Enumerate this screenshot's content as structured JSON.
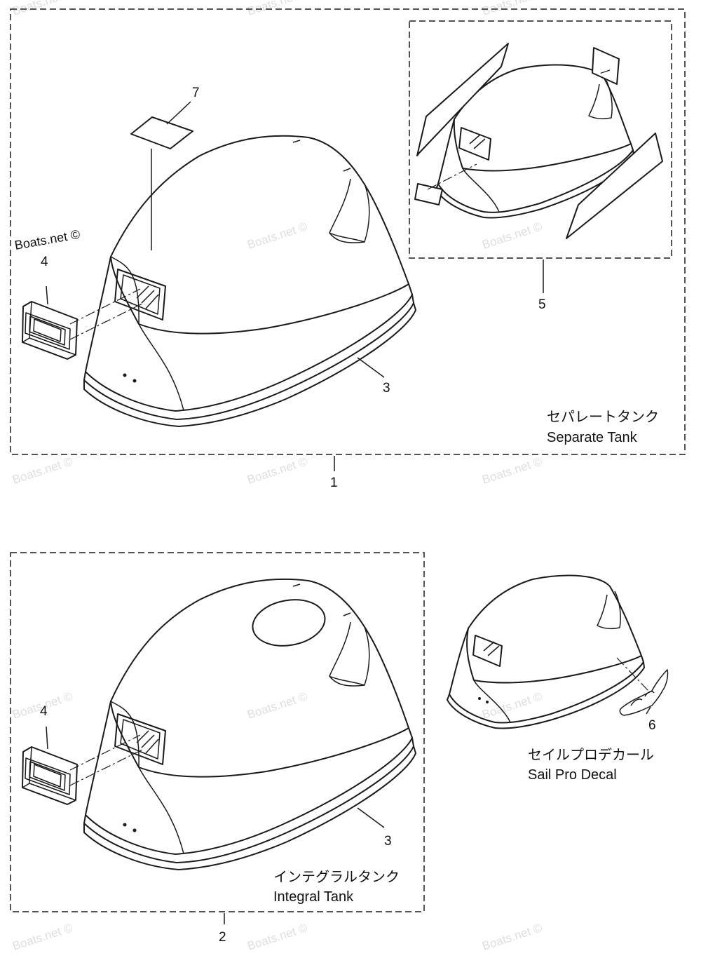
{
  "callouts": {
    "c1": "1",
    "c2": "2",
    "c3a": "3",
    "c3b": "3",
    "c4a": "4",
    "c4b": "4",
    "c5": "5",
    "c6": "6",
    "c7": "7"
  },
  "captions": {
    "separate_jp": "セパレートタンク",
    "separate_en": "Separate Tank",
    "integral_jp": "インテグラルタンク",
    "integral_en": "Integral Tank",
    "sailpro_jp": "セイルプロデカール",
    "sailpro_en": "Sail Pro Decal"
  },
  "watermark": {
    "primary": "Boats.net ©",
    "faint": "Boats.net ©"
  }
}
